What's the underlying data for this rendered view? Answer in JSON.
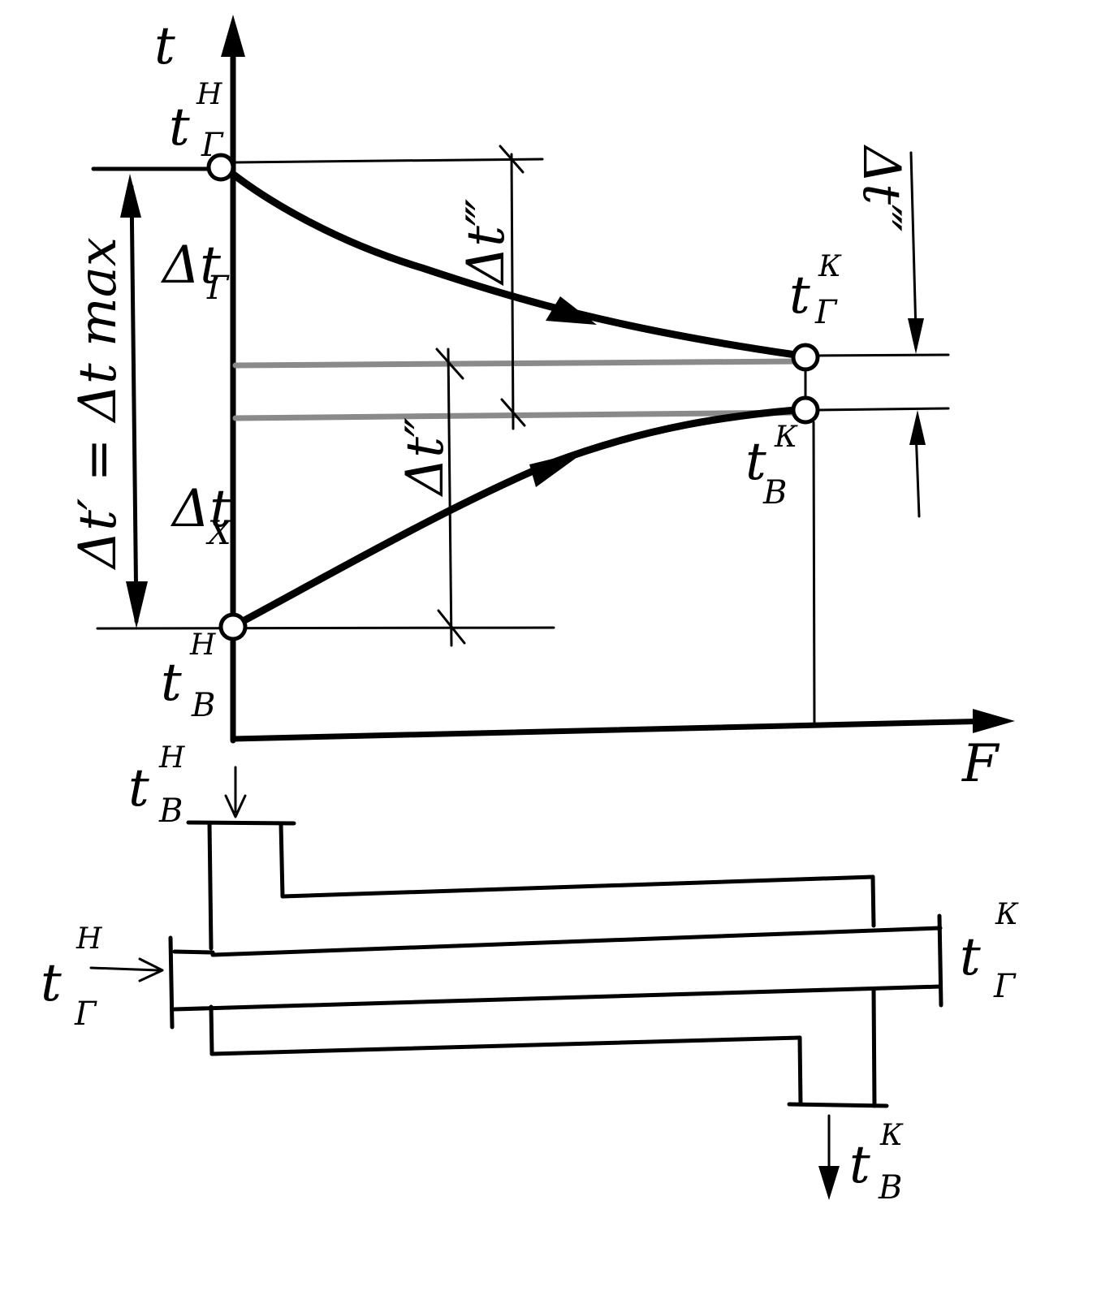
{
  "axes": {
    "t_axis_label": "t",
    "f_axis_label": "F"
  },
  "labels": {
    "t_hot_in": {
      "base": "t",
      "sub": "Г",
      "sup": "Н"
    },
    "t_hot_out": {
      "base": "t",
      "sub": "Г",
      "sup": "К"
    },
    "t_cold_in": {
      "base": "t",
      "sub": "В",
      "sup": "Н"
    },
    "t_cold_out": {
      "base": "t",
      "sub": "В",
      "sup": "К"
    },
    "dt_hot": {
      "base": "Δt",
      "sub": "Г"
    },
    "dt_cold": {
      "base": "Δt",
      "sub": "X"
    },
    "dt_max": "Δt′ = Δt max",
    "dt_iii_upper": "Δt‴",
    "dt_ii": "Δt″",
    "dt_iii_right": "Δt‴"
  },
  "exchanger": {
    "t_cold_in": {
      "base": "t",
      "sub": "В",
      "sup": "Н"
    },
    "t_hot_in": {
      "base": "t",
      "sub": "Г",
      "sup": "Н"
    },
    "t_hot_out": {
      "base": "t",
      "sub": "Г",
      "sup": "К"
    },
    "t_cold_out": {
      "base": "t",
      "sub": "В",
      "sup": "К"
    }
  }
}
